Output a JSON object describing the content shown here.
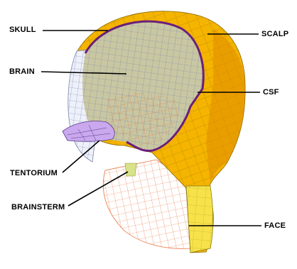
{
  "labels": {
    "skull": "SKULL",
    "brain": "BRAIN",
    "tentorium": "TENTORIUM",
    "brainsterm": "BRAINSTERM",
    "scalp": "SCALP",
    "csf": "CSF",
    "face": "FACE"
  },
  "colors": {
    "scalp": "#f4b400",
    "scalp_dark": "#e08c00",
    "face": "#f7e24a",
    "brain": "#c9c7a2",
    "mesh_brain": "#7a86a8",
    "csf": "#6b1f7a",
    "tentorium": "#c9a8ee",
    "face_mesh": "#e8703a",
    "brainstem": "#d8e28a"
  }
}
